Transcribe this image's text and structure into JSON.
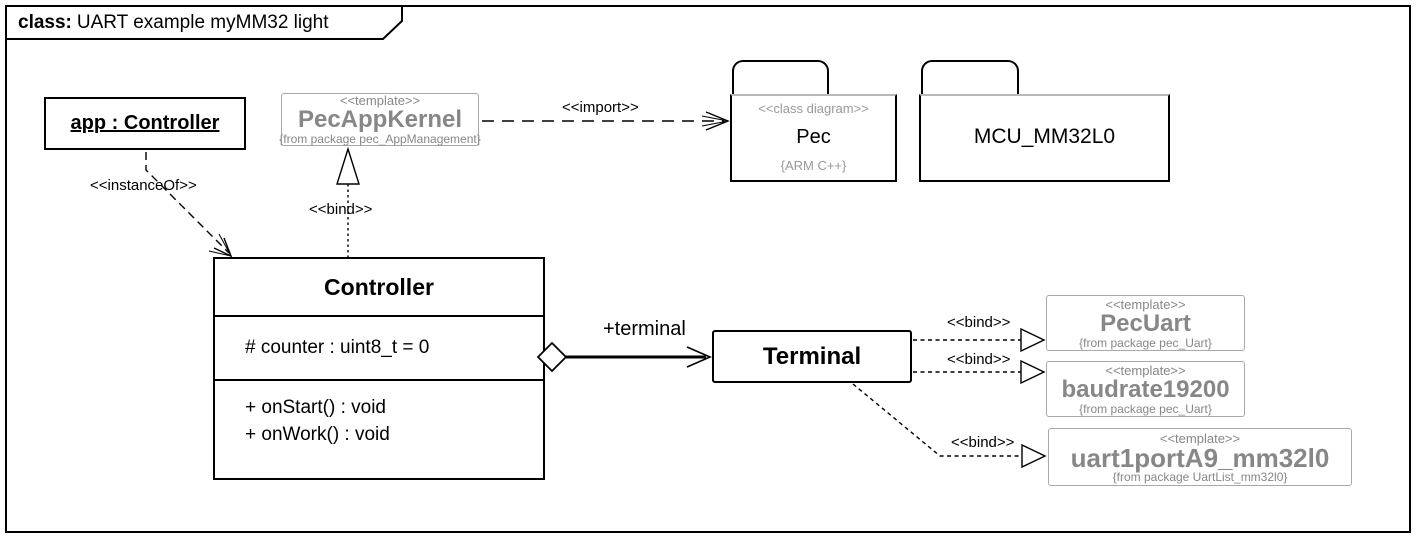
{
  "frame": {
    "title_keyword": "class:",
    "title_rest": "UART example myMM32 light"
  },
  "nodes": {
    "app_controller": {
      "name": "app : Controller"
    },
    "pec_app_kernel": {
      "stereotype": "<<template>>",
      "name": "PecAppKernel",
      "from_package": "{from package pec_AppManagement}"
    },
    "pec_package": {
      "stereotype": "<<class diagram>>",
      "name": "Pec",
      "language_tag": "{ARM C++}"
    },
    "mcu_package": {
      "name": "MCU_MM32L0"
    },
    "controller": {
      "name": "Controller",
      "attribute": "# counter : uint8_t = 0",
      "operations": [
        "+ onStart() : void",
        "+ onWork() : void"
      ]
    },
    "terminal": {
      "name": "Terminal"
    },
    "pec_uart": {
      "stereotype": "<<template>>",
      "name": "PecUart",
      "from_package": "{from package pec_Uart}"
    },
    "baudrate19200": {
      "stereotype": "<<template>>",
      "name": "baudrate19200",
      "from_package": "{from package pec_Uart}"
    },
    "uart1_port": {
      "stereotype": "<<template>>",
      "name": "uart1portA9_mm32l0",
      "from_package": "{from package UartList_mm32l0}"
    }
  },
  "edges": {
    "instance_of": {
      "label": "<<instanceOf>>"
    },
    "bind_kernel": {
      "label": "<<bind>>"
    },
    "import_pec": {
      "label": "<<import>>"
    },
    "aggregation_terminal": {
      "label": "+terminal"
    },
    "bind_pec_uart": {
      "label": "<<bind>>"
    },
    "bind_baudrate": {
      "label": "<<bind>>"
    },
    "bind_uart1": {
      "label": "<<bind>>"
    }
  },
  "colors": {
    "gray_text": "#878787",
    "gray_border": "#a9a9a9",
    "line": "#000000",
    "background": "#ffffff"
  }
}
